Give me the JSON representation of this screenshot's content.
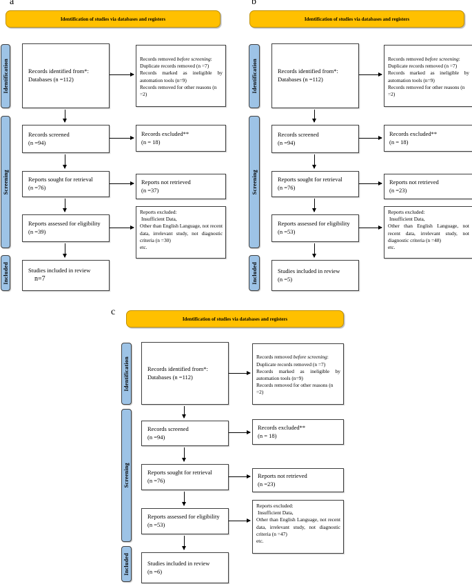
{
  "colors": {
    "header_fill": "#FFC000",
    "header_border": "#BF9000",
    "stage_fill": "#9DC3E6",
    "stage_border": "#404040",
    "box_border": "#3D3D3D"
  },
  "panels": [
    {
      "label": "a",
      "header": "Identification of studies via databases and registers",
      "stages": {
        "identification": "Identification",
        "screening": "Screening",
        "included": "Included"
      },
      "identified": {
        "line1": "Records identified from*:",
        "line2": "Databases (n =112)"
      },
      "removed": {
        "intro_pre": "Records removed ",
        "intro_italic": "before screening",
        "intro_post": ":",
        "line1": "Duplicate records removed (n =7)",
        "line2": "Records marked as ineligible by automation tools (n=9)",
        "line3": "Records removed for other reasons (n =2)"
      },
      "screened": {
        "line1": "Records screened",
        "line2": "(n =94)"
      },
      "excluded": {
        "line1": "Records excluded**",
        "line2": "(n = 18)"
      },
      "sought": {
        "line1": "Reports sought for retrieval",
        "line2": "(n =76)"
      },
      "not_retrieved": {
        "line1": "Reports not retrieved",
        "line2": "(n =37)"
      },
      "assessed": {
        "line1": "Reports assessed for eligibility",
        "line2": "(n =39)"
      },
      "reports_excluded": {
        "line1": "Reports excluded:",
        "line2": "Insufficient Data,",
        "line3": "Other than English Language, not recent data, irrelevant study, not diagnostic criteria (n =30)",
        "line4": "etc."
      },
      "included_box": {
        "line1": "Studies included in review",
        "line2": "n=7"
      }
    },
    {
      "label": "b",
      "header": "Identification of studies via databases and registers",
      "stages": {
        "identification": "Identification",
        "screening": "Screening",
        "included": "Included"
      },
      "identified": {
        "line1": "Records identified from*:",
        "line2": "Databases (n =112)"
      },
      "removed": {
        "intro_pre": "Records removed ",
        "intro_italic": "before screening",
        "intro_post": ":",
        "line1": "Duplicate records removed (n =7)",
        "line2": "Records marked as ineligible by automation tools (n=9)",
        "line3": "Records removed for other reasons (n =2)"
      },
      "screened": {
        "line1": "Records screened",
        "line2": "(n =94)"
      },
      "excluded": {
        "line1": "Records excluded**",
        "line2": "(n = 18)"
      },
      "sought": {
        "line1": "Reports sought for retrieval",
        "line2": "(n =76)"
      },
      "not_retrieved": {
        "line1": "Reports not retrieved",
        "line2": "(n =23)"
      },
      "assessed": {
        "line1": "Reports assessed for eligibility",
        "line2": "(n =53)"
      },
      "reports_excluded": {
        "line1": "Reports excluded:",
        "line2": "Insufficient Data,",
        "line3": "Other than English Language, not recent data, irrelevant study, not diagnostic criteria (n =48)",
        "line4": "etc."
      },
      "included_box": {
        "line1": "Studies included in review",
        "line2": "(n =5)"
      }
    },
    {
      "label": "c",
      "header": "Identification of studies via databases and registers",
      "stages": {
        "identification": "Identification",
        "screening": "Screening",
        "included": "Included"
      },
      "identified": {
        "line1": "Records identified from*:",
        "line2": "Databases (n =112)"
      },
      "removed": {
        "intro_pre": "Records removed ",
        "intro_italic": "before screening",
        "intro_post": ":",
        "line1": "Duplicate records removed (n =7)",
        "line2": "Records marked as ineligible by automation tools (n=9)",
        "line3": "Records removed for other reasons (n =2)"
      },
      "screened": {
        "line1": "Records screened",
        "line2": "(n =94)"
      },
      "excluded": {
        "line1": "Records excluded**",
        "line2": "(n = 18)"
      },
      "sought": {
        "line1": "Reports sought for retrieval",
        "line2": "(n =76)"
      },
      "not_retrieved": {
        "line1": "Reports not retrieved",
        "line2": "(n =23)"
      },
      "assessed": {
        "line1": "Reports assessed for eligibility",
        "line2": "(n =53)"
      },
      "reports_excluded": {
        "line1": "Reports excluded:",
        "line2": "Insufficient Data,",
        "line3": "Other than English Language, not recent data, irrelevant study, not diagnostic criteria (n =47)",
        "line4": "etc."
      },
      "included_box": {
        "line1": "Studies included in review",
        "line2": "(n =6)"
      }
    }
  ]
}
